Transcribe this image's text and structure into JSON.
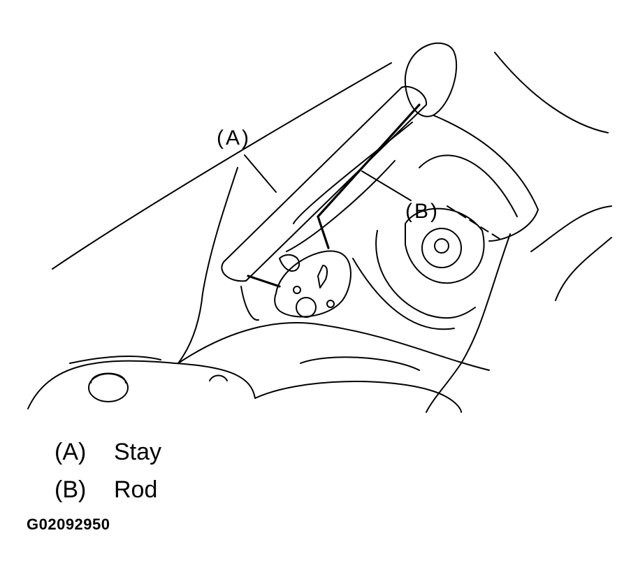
{
  "callouts": {
    "a": "(A)",
    "b": "(B)"
  },
  "legend": [
    {
      "key": "(A)",
      "label": "Stay"
    },
    {
      "key": "(B)",
      "label": "Rod"
    }
  ],
  "figure_code": "G02092950"
}
